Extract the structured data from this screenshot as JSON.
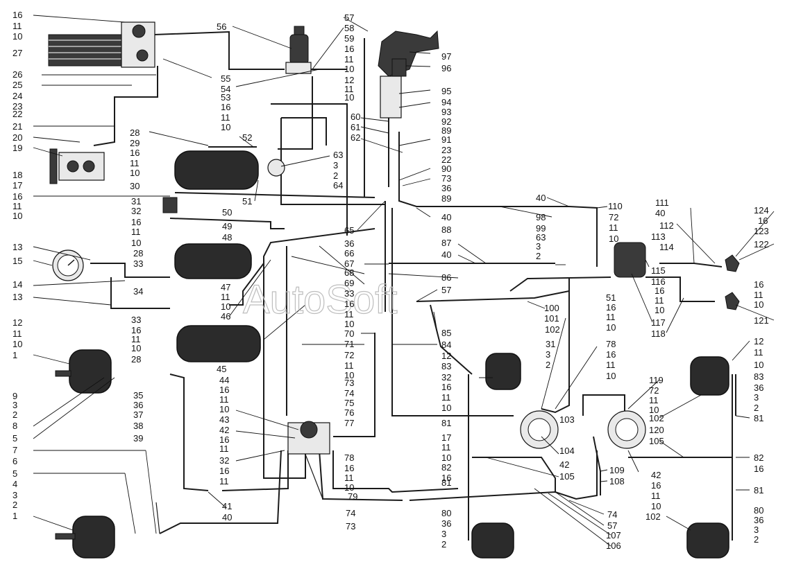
{
  "watermark": "AutoSoft",
  "callouts": {
    "c0": "16",
    "c1": "11",
    "c2": "10",
    "c3": "27",
    "c4": "26",
    "c5": "25",
    "c6": "24",
    "c7": "23",
    "c8": "22",
    "c9": "21",
    "c10": "20",
    "c11": "19",
    "c12": "18",
    "c13": "17",
    "c14": "16",
    "c15": "11",
    "c16": "10",
    "c17": "13",
    "c18": "15",
    "c19": "14",
    "c20": "13",
    "c21": "12",
    "c22": "11",
    "c23": "10",
    "c24": "1",
    "c25": "9",
    "c26": "3",
    "c27": "2",
    "c28": "8",
    "c29": "5",
    "c30": "7",
    "c31": "6",
    "c32": "5",
    "c33": "4",
    "c34": "3",
    "c35": "2",
    "c36": "1",
    "c37": "56",
    "c38": "55",
    "c39": "54",
    "c40": "57",
    "c41": "58",
    "c42": "59",
    "c43": "16",
    "c44": "11",
    "c45": "10",
    "c46": "12",
    "c47": "11",
    "c48": "10",
    "c49": "53",
    "c50": "16",
    "c51": "11",
    "c52": "10",
    "c53": "52",
    "c54": "28",
    "c55": "29",
    "c56": "16",
    "c57": "11",
    "c58": "10",
    "c59": "30",
    "c60": "51",
    "c61": "50",
    "c62": "31",
    "c63": "32",
    "c64": "16",
    "c65": "11",
    "c66": "10",
    "c67": "49",
    "c68": "48",
    "c69": "28",
    "c70": "33",
    "c71": "34",
    "c72": "47",
    "c73": "11",
    "c74": "10",
    "c75": "46",
    "c76": "33",
    "c77": "16",
    "c78": "11",
    "c79": "10",
    "c80": "28",
    "c81": "45",
    "c82": "35",
    "c83": "36",
    "c84": "37",
    "c85": "38",
    "c86": "39",
    "c87": "44",
    "c88": "16",
    "c89": "11",
    "c90": "10",
    "c91": "43",
    "c92": "42",
    "c93": "16",
    "c94": "11",
    "c95": "32",
    "c96": "16",
    "c97": "11",
    "c98": "41",
    "c99": "40",
    "c100": "63",
    "c101": "3",
    "c102": "2",
    "c103": "64",
    "c104": "60",
    "c105": "61",
    "c106": "62",
    "c107": "65",
    "c108": "36",
    "c109": "66",
    "c110": "67",
    "c111": "68",
    "c112": "69",
    "c113": "33",
    "c114": "16",
    "c115": "11",
    "c116": "10",
    "c117": "70",
    "c118": "71",
    "c119": "72",
    "c120": "11",
    "c121": "10",
    "c122": "73",
    "c123": "74",
    "c124": "75",
    "c125": "76",
    "c126": "77",
    "c127": "78",
    "c128": "16",
    "c129": "11",
    "c130": "10",
    "c131": "79",
    "c132": "74",
    "c133": "73",
    "c134": "97",
    "c135": "96",
    "c136": "95",
    "c137": "94",
    "c138": "93",
    "c139": "92",
    "c140": "89",
    "c141": "91",
    "c142": "23",
    "c143": "22",
    "c144": "90",
    "c145": "73",
    "c146": "36",
    "c147": "89",
    "c148": "40",
    "c149": "88",
    "c150": "87",
    "c151": "40",
    "c152": "86",
    "c153": "57",
    "c154": "85",
    "c155": "84",
    "c156": "12",
    "c157": "83",
    "c158": "32",
    "c159": "16",
    "c160": "11",
    "c161": "10",
    "c162": "81",
    "c163": "17",
    "c164": "11",
    "c165": "10",
    "c166": "82",
    "c167": "16",
    "c168": "81",
    "c169": "80",
    "c170": "36",
    "c171": "3",
    "c172": "2",
    "c173": "102",
    "c174": "31",
    "c175": "3",
    "c176": "2",
    "c177": "40",
    "c178": "98",
    "c179": "99",
    "c180": "63",
    "c181": "3",
    "c182": "2",
    "c183": "100",
    "c184": "101",
    "c185": "51",
    "c186": "16",
    "c187": "11",
    "c188": "10",
    "c189": "78",
    "c190": "16",
    "c191": "11",
    "c192": "10",
    "c193": "103",
    "c194": "104",
    "c195": "42",
    "c196": "105",
    "c197": "74",
    "c198": "57",
    "c199": "107",
    "c200": "106",
    "c201": "110",
    "c202": "72",
    "c203": "11",
    "c204": "10",
    "c205": "113",
    "c206": "114",
    "c207": "115",
    "c208": "116",
    "c209": "16",
    "c210": "11",
    "c211": "10",
    "c212": "117",
    "c213": "118",
    "c214": "111",
    "c215": "40",
    "c216": "112",
    "c217": "124",
    "c218": "16",
    "c219": "123",
    "c220": "122",
    "c221": "16",
    "c222": "11",
    "c223": "10",
    "c224": "121",
    "c225": "12",
    "c226": "11",
    "c227": "10",
    "c228": "83",
    "c229": "36",
    "c230": "3",
    "c231": "2",
    "c232": "81",
    "c233": "119",
    "c234": "72",
    "c235": "11",
    "c236": "10",
    "c237": "102",
    "c238": "120",
    "c239": "105",
    "c240": "82",
    "c241": "16",
    "c242": "109",
    "c243": "108",
    "c244": "42",
    "c245": "16",
    "c246": "11",
    "c247": "10",
    "c248": "81",
    "c249": "102",
    "c250": "80",
    "c251": "36",
    "c252": "3",
    "c253": "2"
  }
}
